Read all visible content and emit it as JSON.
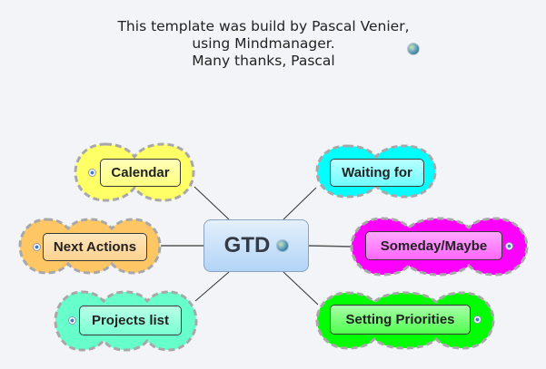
{
  "credit": {
    "lines": [
      "This template was build by Pascal Venier,",
      "using Mindmanager.",
      "Many thanks, Pascal"
    ],
    "icon": "globe-icon"
  },
  "central_topic": {
    "label": "GTD",
    "icon": "globe-icon",
    "colors": {
      "fill_top": "#e4f0fc",
      "fill_bottom": "#b2d4f6",
      "border": "#8aa3c0"
    }
  },
  "topics": [
    {
      "label": "Calendar",
      "side": "left",
      "cloud_color": "#ffff66",
      "box_color": "#ffff99",
      "expander": "left"
    },
    {
      "label": "Next Actions",
      "side": "left",
      "cloud_color": "#ffc664",
      "box_color": "#ffdda0",
      "expander": "left"
    },
    {
      "label": "Projects list",
      "side": "left",
      "cloud_color": "#66ffcc",
      "box_color": "#99ffdd",
      "expander": "left"
    },
    {
      "label": "Waiting for",
      "side": "right",
      "cloud_color": "#00ffff",
      "box_color": "#66ffff",
      "expander": "none"
    },
    {
      "label": "Someday/Maybe",
      "side": "right",
      "cloud_color": "#ff00ff",
      "box_color": "#ff66ff",
      "expander": "right"
    },
    {
      "label": "Setting Priorities",
      "side": "right",
      "cloud_color": "#00ff00",
      "box_color": "#66ff66",
      "expander": "right"
    }
  ],
  "colors": {
    "background": "#f3f4f7",
    "cloud_border": "#a8a8a8",
    "connector": "#333333"
  }
}
